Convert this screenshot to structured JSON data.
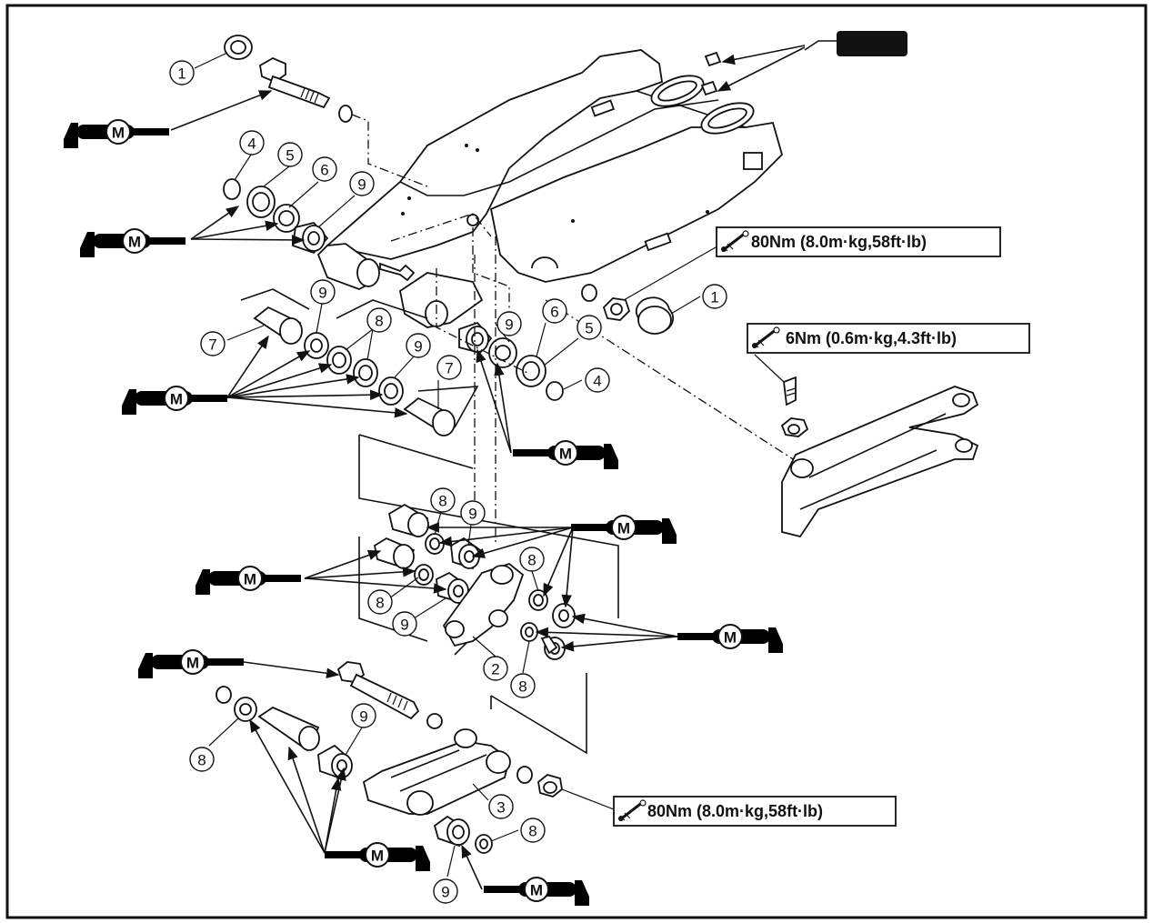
{
  "callouts": {
    "c1a": "1",
    "c1b": "1",
    "c4a": "4",
    "c5a": "5",
    "c6a": "6",
    "c9a": "9",
    "c9b": "9",
    "c7a": "7",
    "c8a": "8",
    "c9c": "9",
    "c7b": "7",
    "c9d": "9",
    "c6b": "6",
    "c5b": "5",
    "c4b": "4",
    "c8b": "8",
    "c9e": "9",
    "c8c": "8",
    "c8d": "8",
    "c9f": "9",
    "c2": "2",
    "c8e": "8",
    "c9g": "9",
    "c8f": "8",
    "c3": "3",
    "c8g": "8",
    "c9h": "9"
  },
  "grease_label": "M",
  "torque": {
    "t1": "80Nm (8.0m·kg,58ft·lb)",
    "t2": "6Nm (0.6m·kg,4.3ft·lb)",
    "t3": "80Nm (8.0m·kg,58ft·lb)"
  },
  "icons": {
    "grease": "grease-gun-icon",
    "torque": "torque-wrench-icon"
  }
}
